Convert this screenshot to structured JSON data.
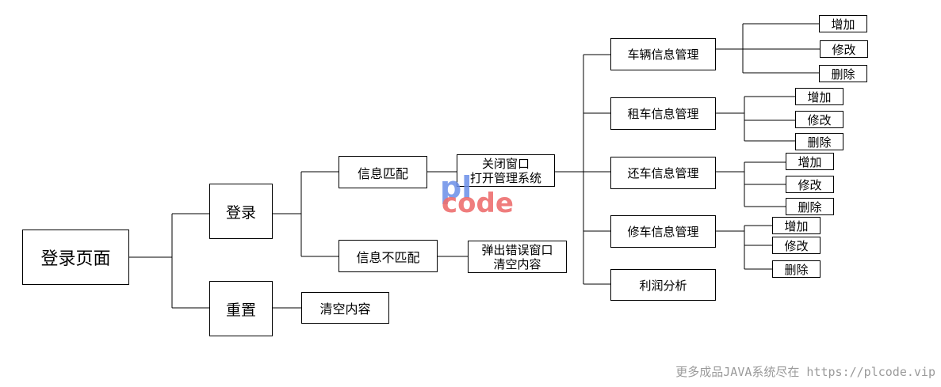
{
  "root": "登录页面",
  "login": "登录",
  "reset": "重置",
  "reset_action": "清空内容",
  "match": "信息匹配",
  "match_action": [
    "关闭窗口",
    "打开管理系统"
  ],
  "mismatch": "信息不匹配",
  "mismatch_action": [
    "弹出错误窗口",
    "清空内容"
  ],
  "modules": [
    {
      "name": "车辆信息管理",
      "ops": [
        "增加",
        "修改",
        "删除"
      ]
    },
    {
      "name": "租车信息管理",
      "ops": [
        "增加",
        "修改",
        "删除"
      ]
    },
    {
      "name": "还车信息管理",
      "ops": [
        "增加",
        "修改",
        "删除"
      ]
    },
    {
      "name": "修车信息管理",
      "ops": [
        "增加",
        "修改",
        "删除"
      ]
    },
    {
      "name": "利润分析",
      "ops": []
    }
  ],
  "watermark": {
    "line1": "pl",
    "line2": "code"
  },
  "footer": "更多成品JAVA系统尽在 https://plcode.vip"
}
